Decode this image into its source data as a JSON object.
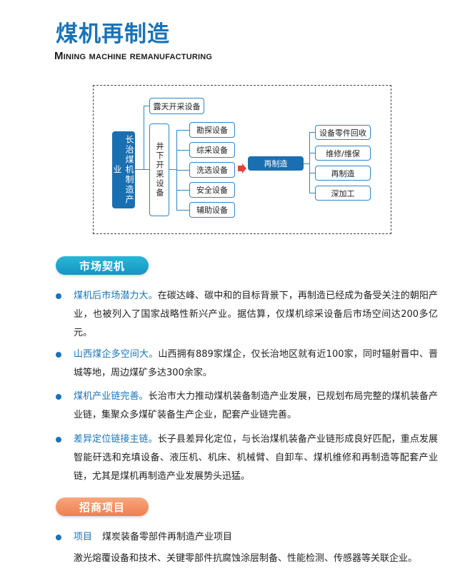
{
  "header": {
    "title": "煤机再制造",
    "subtitle": "Mining machine remanufacturing"
  },
  "diagram": {
    "root": "长治煤机制造产业",
    "open_pit": "露天开采设备",
    "underground": "井下开采设备",
    "underground_items": [
      "勘探设备",
      "综采设备",
      "洗选设备",
      "安全设备",
      "辅助设备"
    ],
    "center": "再制造",
    "outputs": [
      "设备零件回收",
      "维修/维保",
      "再制造",
      "深加工"
    ]
  },
  "market": {
    "heading": "市场契机",
    "items": [
      {
        "lead": "煤机后市场潜力大。",
        "text": "在碳达峰、碳中和的目标背景下，再制造已经成为备受关注的朝阳产业，也被列入了国家战略性新兴产业。据估算，仅煤机综采设备后市场空间达200多亿元。"
      },
      {
        "lead": "山西煤企多空间大。",
        "text": "山西拥有889家煤企，仅长治地区就有近100家，同时辐射晋中、晋城等地，周边煤矿多达300余家。"
      },
      {
        "lead": "煤机产业链完善。",
        "text": "长治市大力推动煤机装备制造产业发展，已规划布局完整的煤机装备产业链，集聚众多煤矿装备生产企业，配套产业链完善。"
      },
      {
        "lead": "差异定位链接主链。",
        "text": "长子县差异化定位，与长治煤机装备产业链形成良好匹配，重点发展智能矸选和充填设备、液压机、机床、机械臂、自卸车、煤机维修和再制造等配套产业链，尤其是煤机再制造产业发展势头迅猛。"
      }
    ]
  },
  "investment": {
    "heading": "招商项目",
    "project_label": "项目",
    "project_name": "煤炭装备零部件再制造产业项目",
    "project_desc": "激光熔覆设备和技术、关键零部件抗腐蚀涂层制备、性能检测、传感器等关联企业。"
  },
  "colors": {
    "accent_blue": "#1a73b8",
    "pill_blue": "#1595c4",
    "pill_orange": "#ef7f4f",
    "arrow_red": "#e8413c"
  }
}
